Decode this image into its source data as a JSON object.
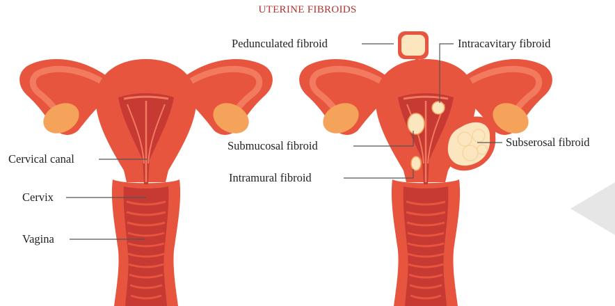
{
  "title": "UTERINE FIBROIDS",
  "left_diagram": {
    "labels": {
      "cervical_canal": "Cervical canal",
      "cervix": "Cervix",
      "vagina": "Vagina"
    }
  },
  "right_diagram": {
    "labels": {
      "pedunculated": "Pedunculated fibroid",
      "intracavitary": "Intracavitary fibroid",
      "submucosal": "Submucosal fibroid",
      "subserosal": "Subserosal fibroid",
      "intramural": "Intramural fibroid"
    }
  },
  "colors": {
    "title": "#b0332e",
    "outer_tissue": "#e8553f",
    "inner_tissue": "#c73a33",
    "ovary": "#f5a25a",
    "fibroid": "#fbe6bf",
    "leader_line": "#555555",
    "watermark": "#d9d9d9"
  }
}
